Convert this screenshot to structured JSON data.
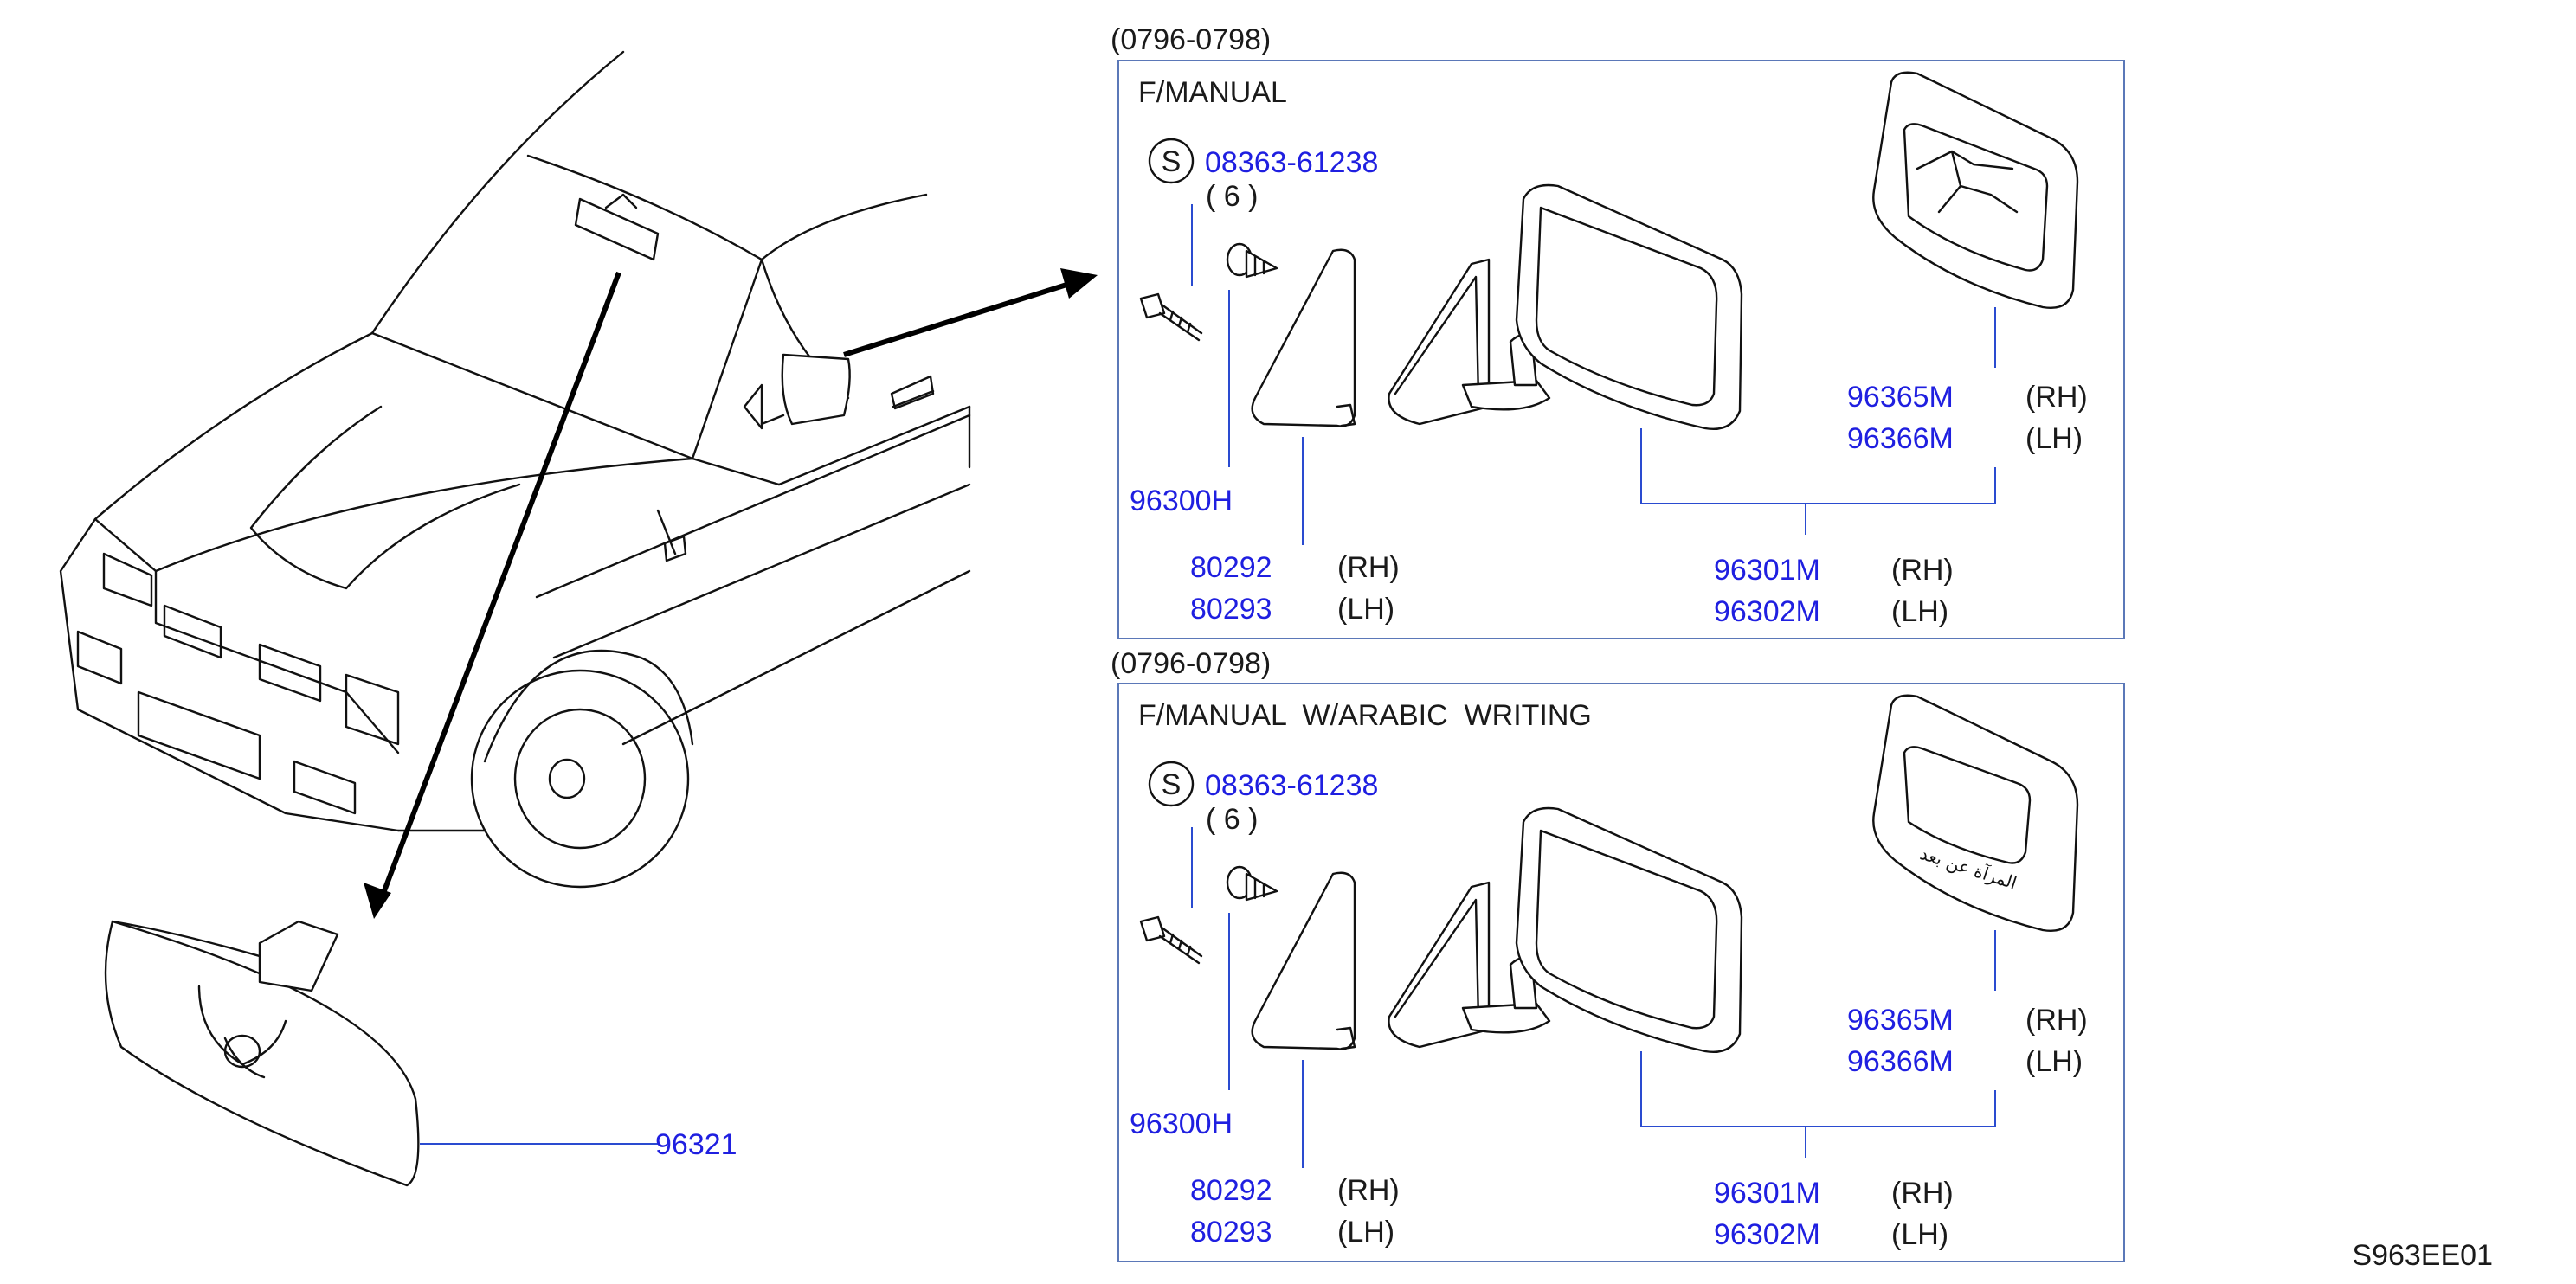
{
  "diagram": {
    "ref_code": "S963EE01",
    "inner_mirror_part": "96321",
    "panels": [
      {
        "period": "(0796-0798)",
        "spec": "F/MANUAL",
        "screw_symbol": "S",
        "screw_part": "08363-61238",
        "screw_qty": "( 6 )",
        "clip_part": "96300H",
        "cover_rh": "80292",
        "cover_lh": "80293",
        "mirror_rh": "96301M",
        "mirror_lh": "96302M",
        "glass_rh": "96365M",
        "glass_lh": "96366M",
        "rh": "(RH)",
        "lh": "(LH)"
      },
      {
        "period": "(0796-0798)",
        "spec": "F/MANUAL  W/ARABIC  WRITING",
        "screw_symbol": "S",
        "screw_part": "08363-61238",
        "screw_qty": "( 6 )",
        "clip_part": "96300H",
        "cover_rh": "80292",
        "cover_lh": "80293",
        "mirror_rh": "96301M",
        "mirror_lh": "96302M",
        "glass_rh": "96365M",
        "glass_lh": "96366M",
        "rh": "(RH)",
        "lh": "(LH)",
        "arabic_text": "المرآة عن بعد"
      }
    ]
  }
}
